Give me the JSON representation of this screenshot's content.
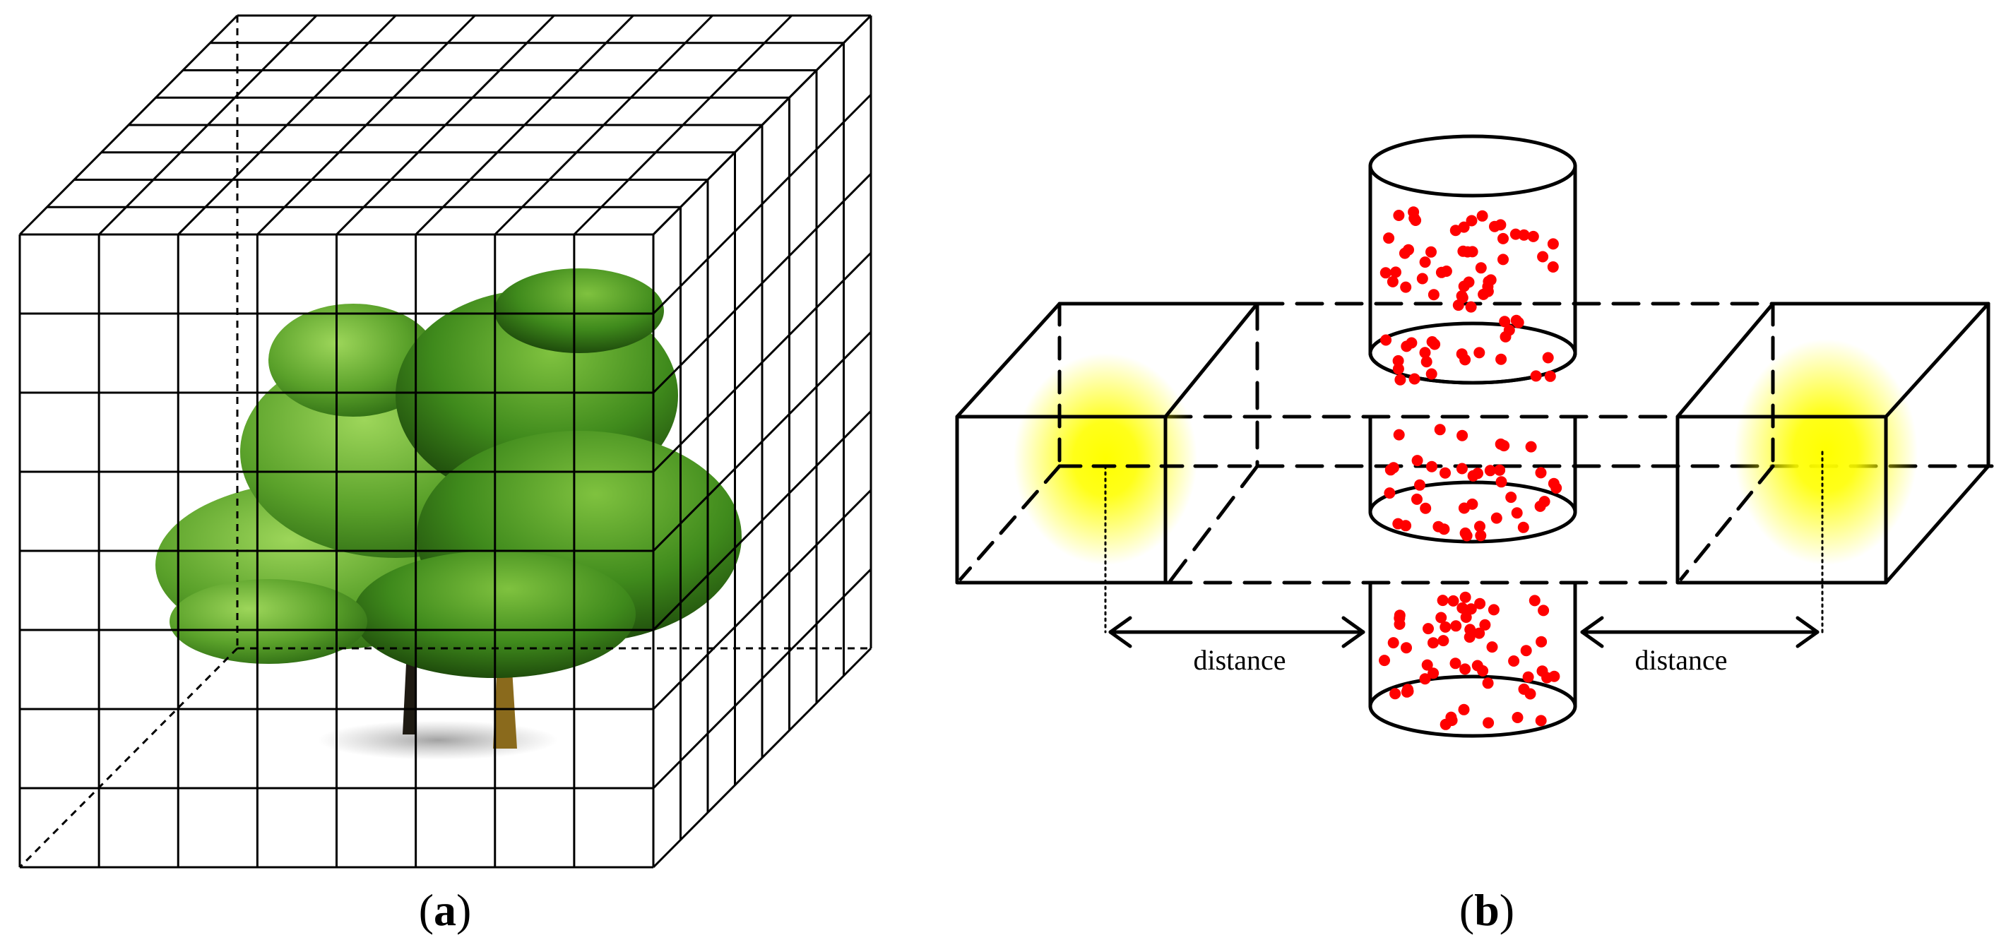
{
  "panel_a": {
    "caption_open": "(",
    "caption_letter": "a",
    "caption_close": ")"
  },
  "panel_b": {
    "caption_open": "(",
    "caption_letter": "b",
    "caption_close": ")",
    "left_distance_label": "distance",
    "right_distance_label": "distance"
  },
  "colors": {
    "line": "#000000",
    "light_glow": "#ffff00",
    "points": "#ff0000",
    "foliage": "#4f9a1f",
    "trunk": "#3b2a10"
  },
  "icons": {
    "tree": "tree-image",
    "light": "light-glow",
    "points": "point-cloud"
  }
}
